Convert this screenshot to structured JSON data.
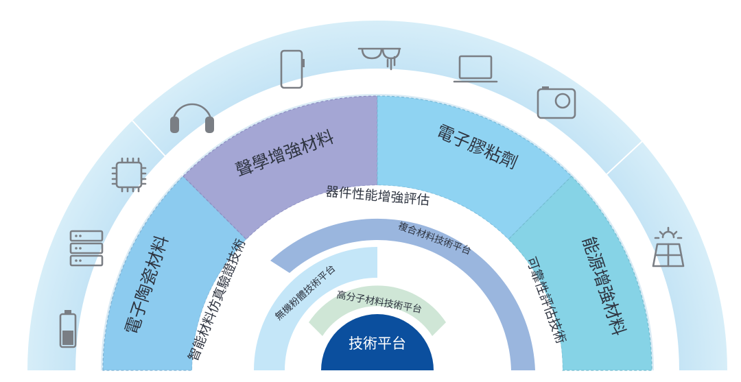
{
  "core": {
    "label": "技術平台"
  },
  "platforms": {
    "composite": "複合材料技術平台",
    "inorganic": "無機粉體技術平台",
    "polymer": "高分子材料技術平台"
  },
  "evaluation": {
    "top": "器件性能增強評估",
    "left": "智能材料仿真驗證技術",
    "right": "可靠性評估技術"
  },
  "materials": {
    "ceramics": "電子陶瓷材料",
    "acoustic": "聲學增強材料",
    "adhesive": "電子膠粘劑",
    "energy": "能源增強材料"
  },
  "colors": {
    "outer_ring": "#cfe9f7",
    "ceramics": "#8ccbef",
    "acoustic": "#a4a6d4",
    "adhesive": "#8fd3f2",
    "energy": "#86d3e6",
    "composite": "#9ab6de",
    "inorganic": "#c4e6f8",
    "polymer": "#cfe6d6",
    "core": "#0b4f9e"
  },
  "icons": [
    "battery-icon",
    "server-icon",
    "chip-icon",
    "headphones-icon",
    "phone-icon",
    "smart-glasses-icon",
    "laptop-icon",
    "camera-icon",
    "solar-panel-icon"
  ]
}
